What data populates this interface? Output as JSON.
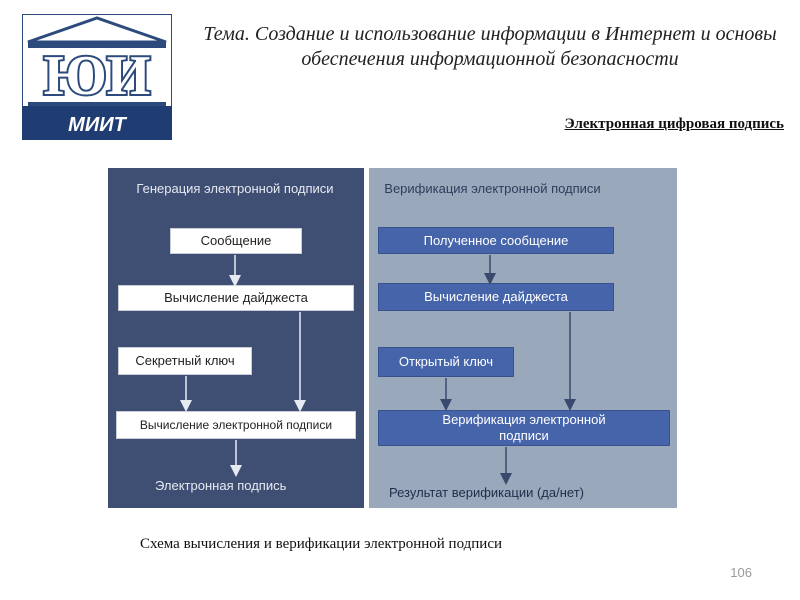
{
  "logo": {
    "letters": "ЮИ",
    "text": "МИИТ"
  },
  "header": {
    "title": "Тема. Создание и использование информации в Интернет и основы обеспечения информационной безопасности",
    "subtitle": "Электронная цифровая подпись "
  },
  "diagram": {
    "left": {
      "heading": "Генерация электронной подписи",
      "message": "Сообщение",
      "digest": "Вычисление дайджеста",
      "secret_key": "Секретный ключ",
      "sign_compute": "Вычисление электронной подписи",
      "result": "Электронная подпись"
    },
    "right": {
      "heading": "Верификация электронной подписи",
      "received": "Полученное сообщение",
      "digest": "Вычисление дайджеста",
      "public_key": "Открытый ключ",
      "verify": "Верификация электронной подписи",
      "result": "Результат верификации (да/нет)"
    }
  },
  "caption": "Схема вычисления и верификации электронной подписи",
  "page_number": "106",
  "colors": {
    "left_panel": "#3f4e73",
    "right_panel": "#9aa8bb",
    "blue_box": "#4664aa"
  }
}
